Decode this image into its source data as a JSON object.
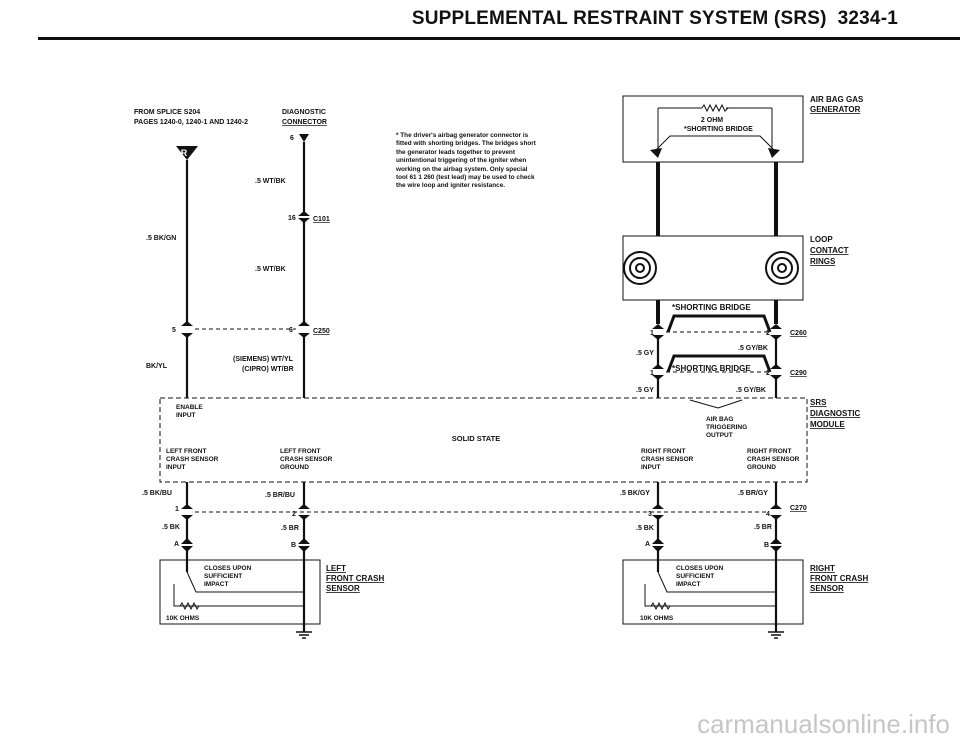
{
  "page": {
    "title": "SUPPLEMENTAL RESTRAINT SYSTEM (SRS)",
    "page_number": "3234-1"
  },
  "source": {
    "line1": "FROM SPLICE S204",
    "line2": "PAGES 1240-0, 1240-1 AND 1240-2",
    "marker": "R"
  },
  "diag_connector": {
    "label_line1": "DIAGNOSTIC",
    "label_line2": "CONNECTOR",
    "pin": "6"
  },
  "note": "The driver's airbag generator connector is fitted with shorting bridges. The bridges short the generator leads together to prevent unintentional triggering of the igniter when working on the airbag system. Only special tool 61 1 260 (test lead) may be used to check the wire loop and igniter resistance.",
  "note_mark": "*",
  "wires": {
    "wt_bk_1": ".5 WT/BK",
    "wt_bk_2": ".5 WT/BK",
    "bk_gn": ".5 BK/GN",
    "bk_yl": "BK/YL",
    "siemens": "(SIEMENS) WT/YL",
    "cipro": "(CIPRO) WT/BR",
    "bk_bu": ".5 BK/BU",
    "br_bu": ".5 BR/BU",
    "bk_left": ".5 BK",
    "br_left": ".5 BR",
    "gy_1": ".5 GY",
    "gy_bk_1": ".5 GY/BK",
    "gy_2": ".5 GY",
    "gy_bk_2": ".5 GY/BK",
    "bk_gy": ".5 BK/GY",
    "br_gy": ".5 BR/GY",
    "bk_right": ".5 BK",
    "br_right": ".5 BR"
  },
  "connectors": {
    "c101": "C101",
    "c101_pin": "16",
    "c250": "C250",
    "c250_pin_left": "5",
    "c250_pin_right": "6",
    "c260": "C260",
    "c260_pin_left": "1",
    "c260_pin_right": "2",
    "c290": "C290",
    "c290_pin_left": "1",
    "c290_pin_right": "2",
    "c270": "C270",
    "left_pin_1": "1",
    "left_pin_2": "2",
    "left_pin_a": "A",
    "left_pin_b": "B",
    "right_pin_3": "3",
    "right_pin_4": "4",
    "right_pin_a": "A",
    "right_pin_b": "B"
  },
  "generator": {
    "label_line1": "AIR BAG GAS",
    "label_line2": "GENERATOR",
    "resistance": "2 OHM",
    "bridge": "SHORTING BRIDGE"
  },
  "loop_rings": {
    "line1": "LOOP",
    "line2": "CONTACT",
    "line3": "RINGS"
  },
  "shorting_bridge_1": "SHORTING BRIDGE",
  "shorting_bridge_2": "SHORTING BRIDGE",
  "module": {
    "label_line1": "SRS",
    "label_line2": "DIAGNOSTIC",
    "label_line3": "MODULE",
    "solid_state": "SOLID STATE",
    "enable_line1": "ENABLE",
    "enable_line2": "INPUT",
    "trigger_line1": "AIR BAG",
    "trigger_line2": "TRIGGERING",
    "trigger_line3": "OUTPUT",
    "lf_input_line1": "LEFT FRONT",
    "lf_input_line2": "CRASH SENSOR",
    "lf_input_line3": "INPUT",
    "lf_ground_line1": "LEFT FRONT",
    "lf_ground_line2": "CRASH SENSOR",
    "lf_ground_line3": "GROUND",
    "rf_input_line1": "RIGHT FRONT",
    "rf_input_line2": "CRASH SENSOR",
    "rf_input_line3": "INPUT",
    "rf_ground_line1": "RIGHT FRONT",
    "rf_ground_line2": "CRASH SENSOR",
    "rf_ground_line3": "GROUND"
  },
  "left_sensor": {
    "label_line1": "LEFT",
    "label_line2": "FRONT CRASH",
    "label_line3": "SENSOR",
    "text_line1": "CLOSES UPON",
    "text_line2": "SUFFICIENT",
    "text_line3": "IMPACT",
    "resistor": "10K OHMS"
  },
  "right_sensor": {
    "label_line1": "RIGHT",
    "label_line2": "FRONT CRASH",
    "label_line3": "SENSOR",
    "text_line1": "CLOSES UPON",
    "text_line2": "SUFFICIENT",
    "text_line3": "IMPACT",
    "resistor": "10K OHMS"
  },
  "watermark": "carmanualsonline.info"
}
